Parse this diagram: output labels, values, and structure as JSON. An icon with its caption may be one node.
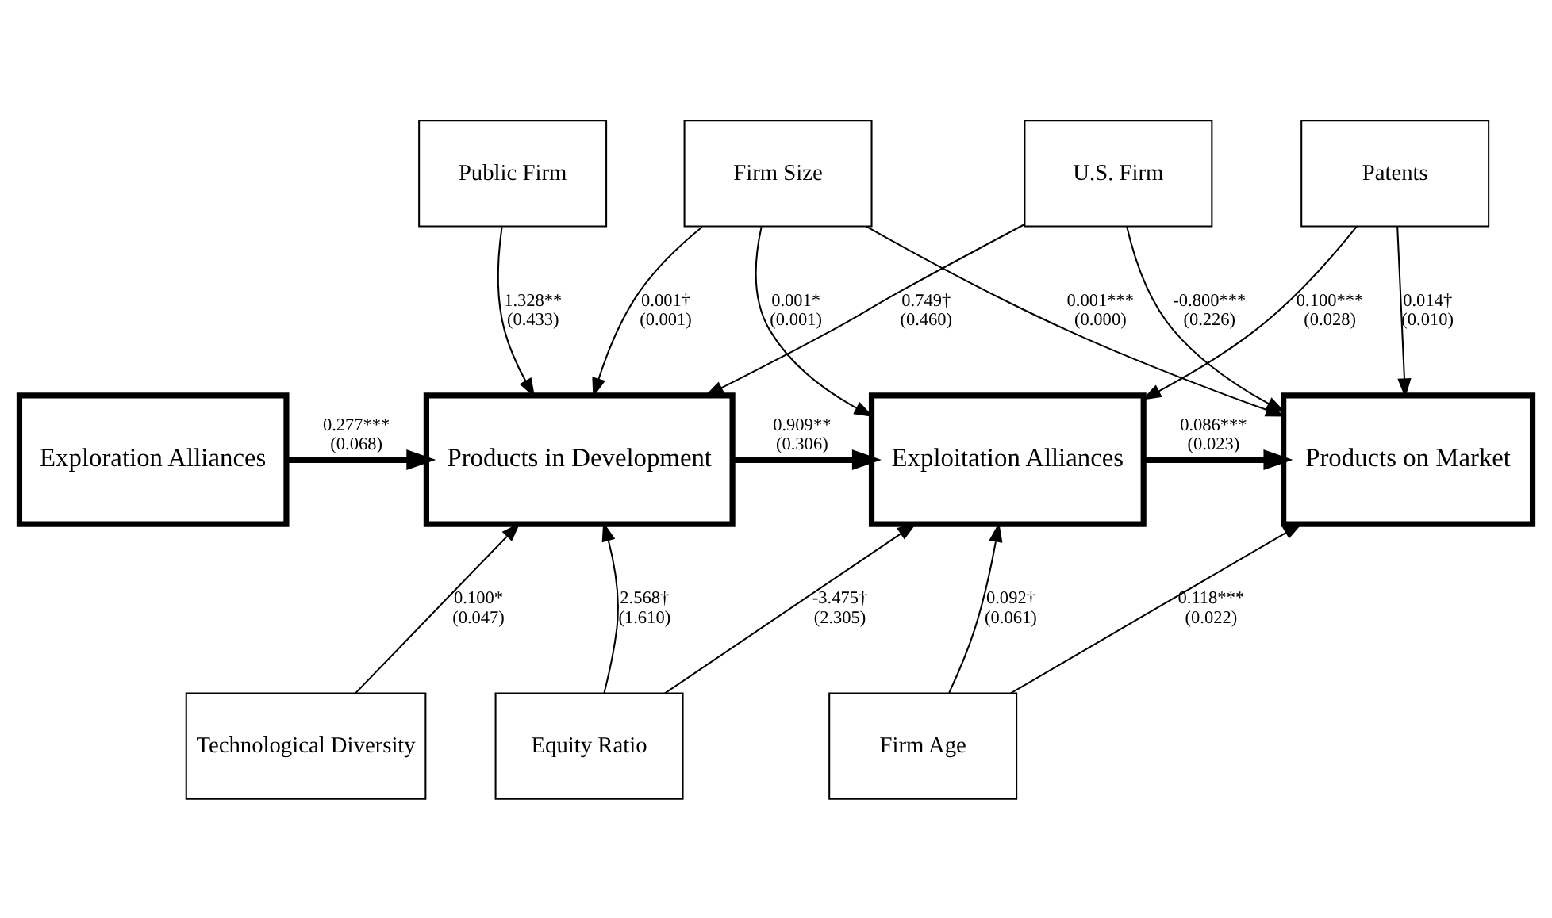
{
  "diagram": {
    "nodes": [
      {
        "text": [
          "Public Firm"
        ]
      },
      {
        "text": [
          "U.S. Firm"
        ]
      },
      {
        "text": [
          "Firm Size"
        ]
      },
      {
        "text": [
          "Patents"
        ]
      },
      {
        "text": [
          "Exploration Alliances"
        ]
      },
      {
        "text": [
          "Products in Development"
        ]
      },
      {
        "text": [
          "Exploitation Alliances"
        ]
      },
      {
        "text": [
          "Products on Market"
        ]
      },
      {
        "text": [
          "Technological Diversity"
        ]
      },
      {
        "text": [
          "Equity Ratio"
        ]
      },
      {
        "text": [
          "Firm Age"
        ]
      }
    ],
    "edges": [
      {
        "from": 4,
        "to": 5,
        "arrow": "to",
        "style": "thick",
        "label": "0.277*** (0.068)"
      },
      {
        "from": 5,
        "to": 6,
        "arrow": "to",
        "style": "thick",
        "label": "0.909** (0.306)"
      },
      {
        "from": 6,
        "to": 7,
        "arrow": "to",
        "style": "thick",
        "label": "0.086*** (0.023)"
      },
      {
        "from": 0,
        "to": 5,
        "arrow": "to",
        "label": "1.328** (0.433)"
      },
      {
        "from": 1,
        "to": 5,
        "arrow": "to",
        "label": "0.749† (0.460)"
      },
      {
        "from": 1,
        "to": 7,
        "arrow": "to",
        "label": "-0.800*** (0.226)"
      },
      {
        "from": 2,
        "to": 5,
        "arrow": "to",
        "label": "0.001† (0.001)"
      },
      {
        "from": 2,
        "to": 6,
        "arrow": "to",
        "label": "0.001* (0.001)"
      },
      {
        "from": 2,
        "to": 7,
        "arrow": "to",
        "label": "0.001*** (0.000)"
      },
      {
        "from": 3,
        "to": 6,
        "arrow": "to",
        "label": "0.100*** (0.028)"
      },
      {
        "from": 3,
        "to": 7,
        "arrow": "to",
        "label": "0.014† (0.010)"
      },
      {
        "from": 8,
        "to": 5,
        "arrow": "to",
        "label": "0.100* (0.047)"
      },
      {
        "from": 9,
        "to": 5,
        "arrow": "to",
        "label": "2.568† (1.610)"
      },
      {
        "from": 9,
        "to": 6,
        "arrow": "to",
        "label": "-3.475† (2.305)"
      },
      {
        "from": 10,
        "to": 6,
        "arrow": "to",
        "label": "0.092† (0.061)"
      },
      {
        "from": 10,
        "to": 7,
        "arrow": "to",
        "label": "0.118*** (0.022)"
      }
    ]
  }
}
